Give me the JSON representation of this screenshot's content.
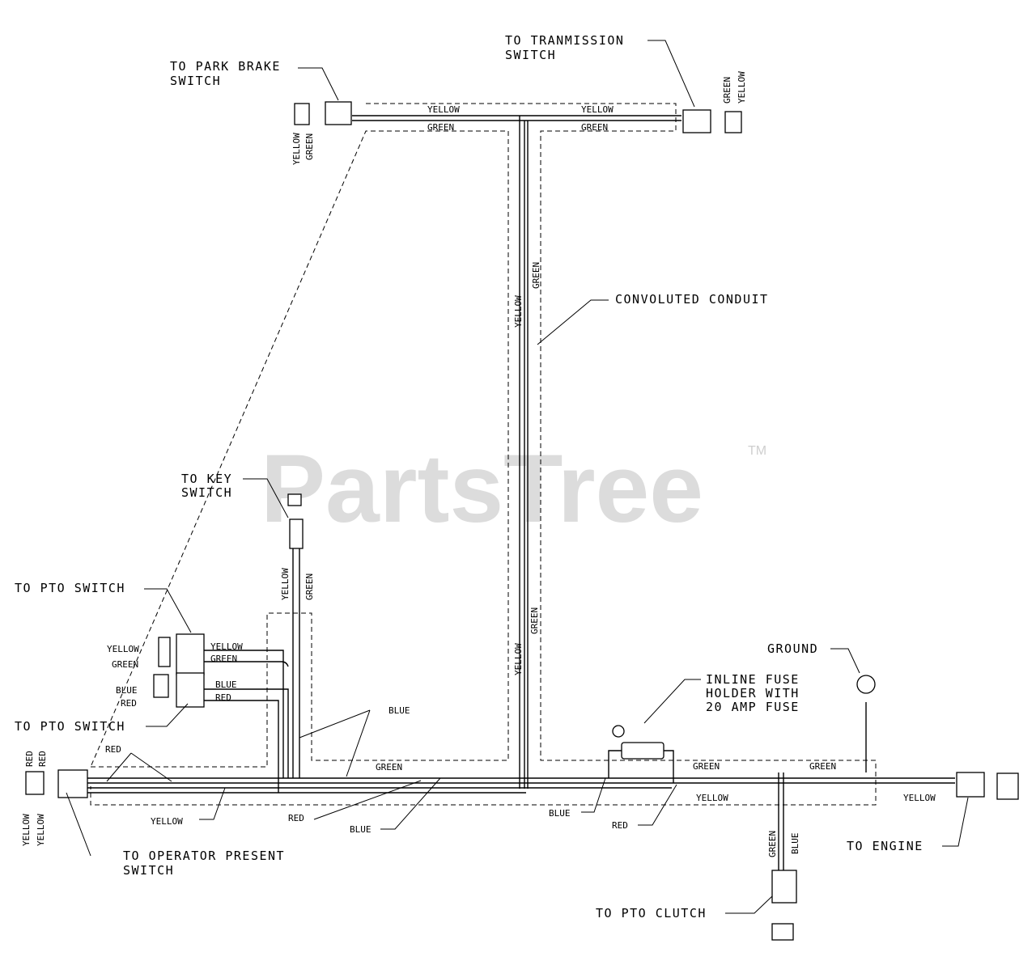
{
  "watermark": {
    "text": "PartsTree",
    "tm": "TM"
  },
  "labels": {
    "park_brake": [
      "TO PARK BRAKE",
      "SWITCH"
    ],
    "transmission": [
      "TO TRANMISSION",
      "SWITCH"
    ],
    "conduit": "CONVOLUTED CONDUIT",
    "key_switch": [
      "TO KEY",
      "SWITCH"
    ],
    "pto_switch_top": "TO PTO SWITCH",
    "pto_switch_bottom": "TO PTO SWITCH",
    "operator": [
      "TO OPERATOR PRESENT",
      "SWITCH"
    ],
    "ground": "GROUND",
    "fuse": [
      "INLINE FUSE",
      "HOLDER WITH",
      "20 AMP FUSE"
    ],
    "engine": "TO ENGINE",
    "pto_clutch": "TO PTO CLUTCH"
  },
  "wires": {
    "yellow": "YELLOW",
    "green": "GREEN",
    "blue": "BLUE",
    "red": "RED"
  }
}
